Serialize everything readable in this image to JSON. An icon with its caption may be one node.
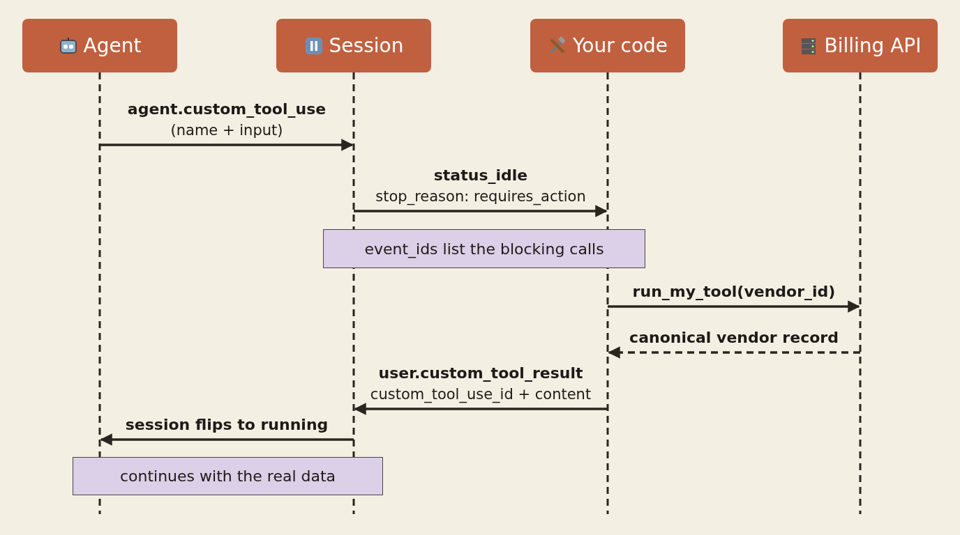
{
  "diagram": {
    "nodes": [
      {
        "text": [
          "Agent"
        ]
      },
      {
        "text": [
          "Session"
        ]
      },
      {
        "text": [
          "Your code"
        ]
      },
      {
        "text": [
          "Billing API"
        ]
      },
      {
        "text": [
          "event_ids list the blocking calls"
        ]
      },
      {
        "text": [
          "continues with the real data"
        ]
      }
    ],
    "edges": [
      {
        "from": 0,
        "to": 1,
        "arrow": "to",
        "label": "**agent.custom_tool_use** (name + input)"
      },
      {
        "from": 1,
        "to": 2,
        "arrow": "to",
        "label": "**status_idle** stop_reason: requires_action"
      },
      {
        "from": 2,
        "to": 3,
        "arrow": "to",
        "label": "run_my_tool(vendor_id)"
      },
      {
        "from": 3,
        "to": 2,
        "arrow": "to",
        "label": "canonical vendor record",
        "style": "dashed"
      },
      {
        "from": 2,
        "to": 1,
        "arrow": "to",
        "label": "**user.custom_tool_result** custom_tool_use_id + content"
      },
      {
        "from": 1,
        "to": 0,
        "arrow": "to",
        "label": "session flips to running"
      }
    ]
  }
}
